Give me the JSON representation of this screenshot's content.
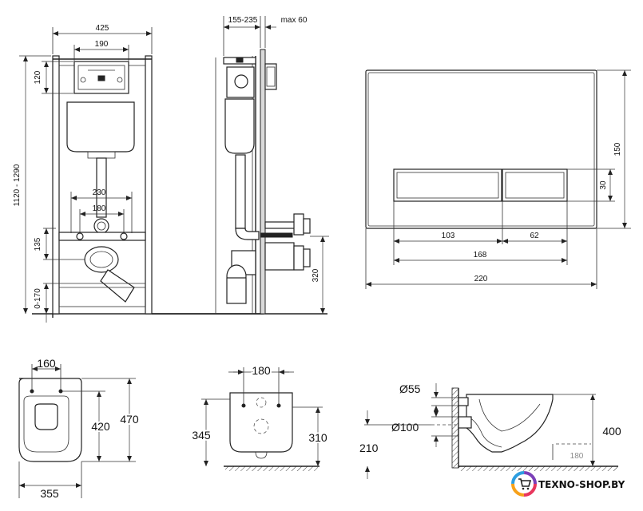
{
  "frame_front": {
    "width_425": "425",
    "width_190": "190",
    "height_120": "120",
    "height_1120_1290": "1120 - 1290",
    "width_230": "230",
    "width_180": "180",
    "height_135": "135",
    "height_0_170": "0-170"
  },
  "frame_side": {
    "depth_155_235": "155-235",
    "max_60": "max 60",
    "height_320": "320"
  },
  "flush_plate": {
    "height_150": "150",
    "height_30": "30",
    "width_103": "103",
    "width_62": "62",
    "width_168": "168",
    "width_220": "220"
  },
  "toilet_top": {
    "width_160": "160",
    "length_420": "420",
    "length_470": "470",
    "width_355": "355"
  },
  "toilet_back": {
    "width_180": "180",
    "height_345": "345",
    "height_310": "310"
  },
  "toilet_side": {
    "diameter_55": "Ø55",
    "diameter_100": "Ø100",
    "height_210": "210",
    "height_400": "400",
    "cut_label": "180"
  },
  "watermark": {
    "text": "TEXNO-SHOP.BY",
    "ring_colors": [
      "#e8365d",
      "#f7a11a",
      "#2d9ee0",
      "#7b3fb8"
    ],
    "icon": "cart-icon"
  }
}
